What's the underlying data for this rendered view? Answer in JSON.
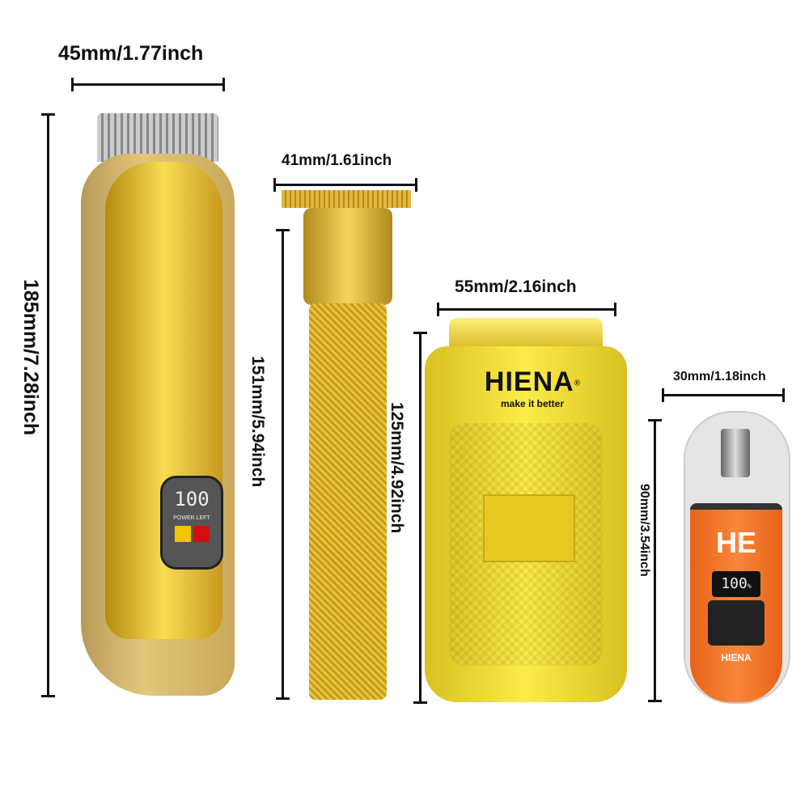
{
  "dimensions": {
    "clipper_width": "45mm/1.77inch",
    "clipper_height": "185mm/7.28inch",
    "trimmer_width": "41mm/1.61inch",
    "trimmer_height": "151mm/5.94inch",
    "shaver_width": "55mm/2.16inch",
    "shaver_height": "125mm/4.92inch",
    "nose_trimmer_width": "30mm/1.18inch",
    "nose_trimmer_height": "90mm/3.54inch"
  },
  "clipper": {
    "display": "100",
    "display_label": "POWER LEFT"
  },
  "shaver": {
    "brand": "HIENA",
    "registered": "®",
    "slogan": "make it better"
  },
  "nose_trimmer": {
    "logo": "HE",
    "display": "100",
    "percent": "%",
    "brand": "HIENA"
  },
  "colors": {
    "gold": "#d9b74a",
    "yellow": "#f2d83a",
    "orange": "#f47a2a",
    "text": "#111111"
  }
}
